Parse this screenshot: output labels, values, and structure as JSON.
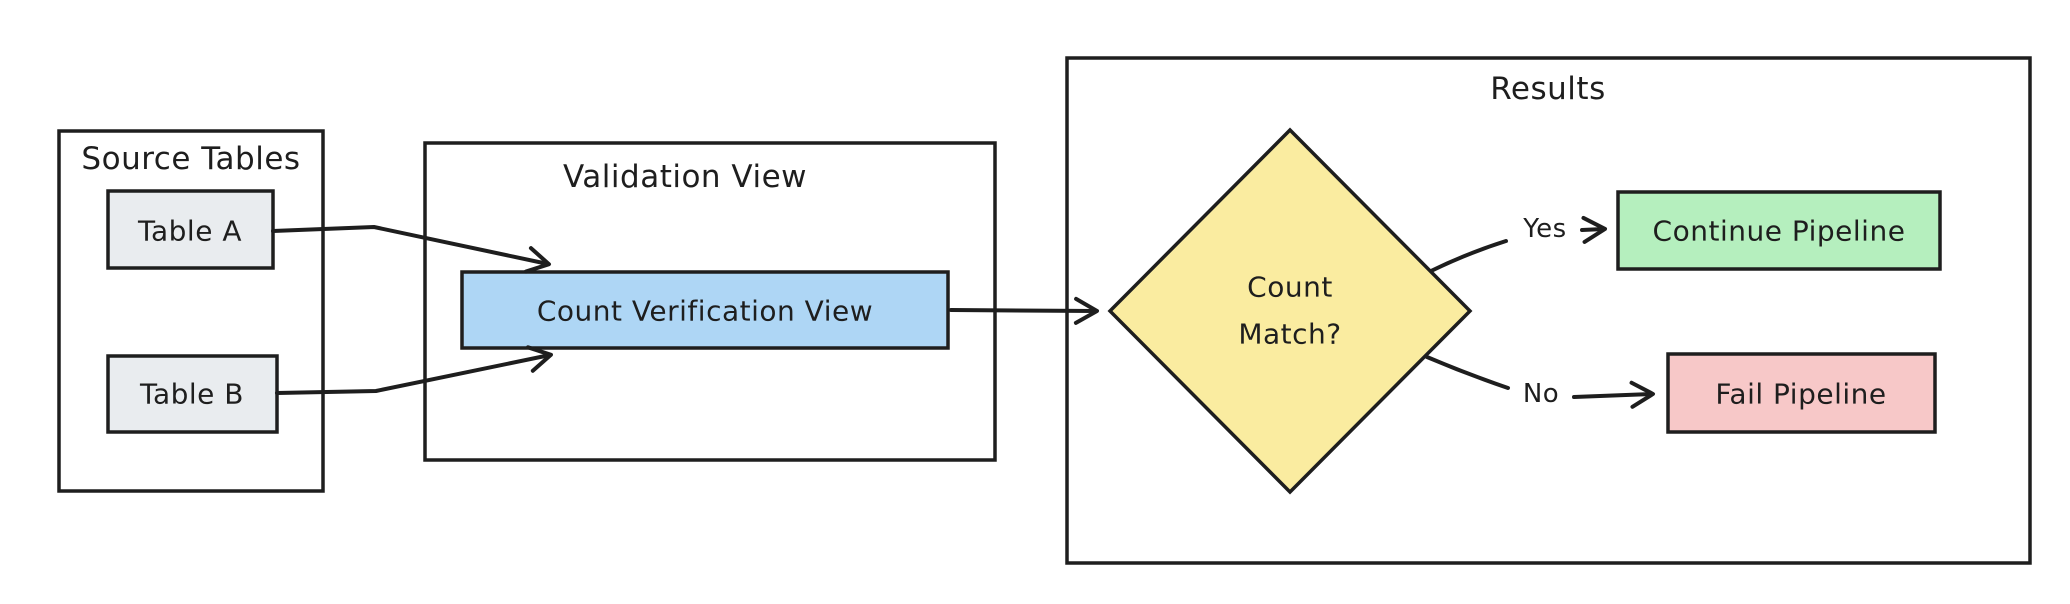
{
  "diagram": {
    "background": "#ffffff",
    "stroke_color": "#1e1e1e",
    "containers": {
      "source_tables": {
        "title": "Source Tables"
      },
      "validation_view": {
        "title": "Validation View"
      },
      "results": {
        "title": "Results"
      }
    },
    "nodes": {
      "table_a": {
        "label": "Table A",
        "fill": "#e9ecef"
      },
      "table_b": {
        "label": "Table B",
        "fill": "#e9ecef"
      },
      "count_verification_view": {
        "label": "Count Verification View",
        "fill": "#aed6f5"
      },
      "count_match": {
        "label_line1": "Count",
        "label_line2": "Match?",
        "fill": "#faeca0"
      },
      "continue_pipeline": {
        "label": "Continue Pipeline",
        "fill": "#b5efbe"
      },
      "fail_pipeline": {
        "label": "Fail Pipeline",
        "fill": "#f7c8c8"
      }
    },
    "edges": {
      "yes_label": "Yes",
      "no_label": "No"
    }
  }
}
